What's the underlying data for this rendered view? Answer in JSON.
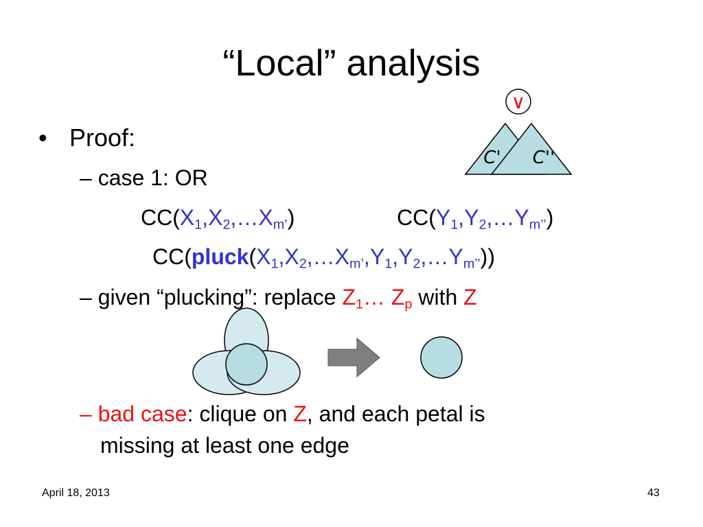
{
  "title": "“Local” analysis",
  "bullet_symbol": "•",
  "dash_symbol": "–",
  "proof_label": "Proof:",
  "case1": "case 1: OR",
  "cc_prefix": "CC(",
  "cc_close": ")",
  "cc_close_double": "))",
  "comma": ",",
  "ellipsis_sep": ",…",
  "var_x": "X",
  "var_y": "Y",
  "sub_1": "1",
  "sub_2": "2",
  "sub_m1": "m’",
  "sub_m2": "m’’",
  "pluck_word": "pluck",
  "paren_open": "(",
  "given_prefix": "given “plucking”: replace ",
  "var_z": "Z",
  "ellipsis_space": "… ",
  "sub_p": "p",
  "with_word": " with ",
  "bad_case": "bad case",
  "bad_case_rest": ": clique on ",
  "bad_case_rest2": ", and each petal is",
  "bad_case_line2": "missing at least one edge",
  "tree": {
    "or_symbol": "∨",
    "left_label": "C'",
    "right_label": "C''"
  },
  "footer": {
    "date": "April 18, 2013",
    "page": "43"
  },
  "colors": {
    "variable_blue": "#3333cc",
    "highlight_red": "#ee1111",
    "shape_fill": "#b7dde2",
    "shape_fill_light": "#d5eaee",
    "arrow_gray": "#7f7f7f"
  }
}
